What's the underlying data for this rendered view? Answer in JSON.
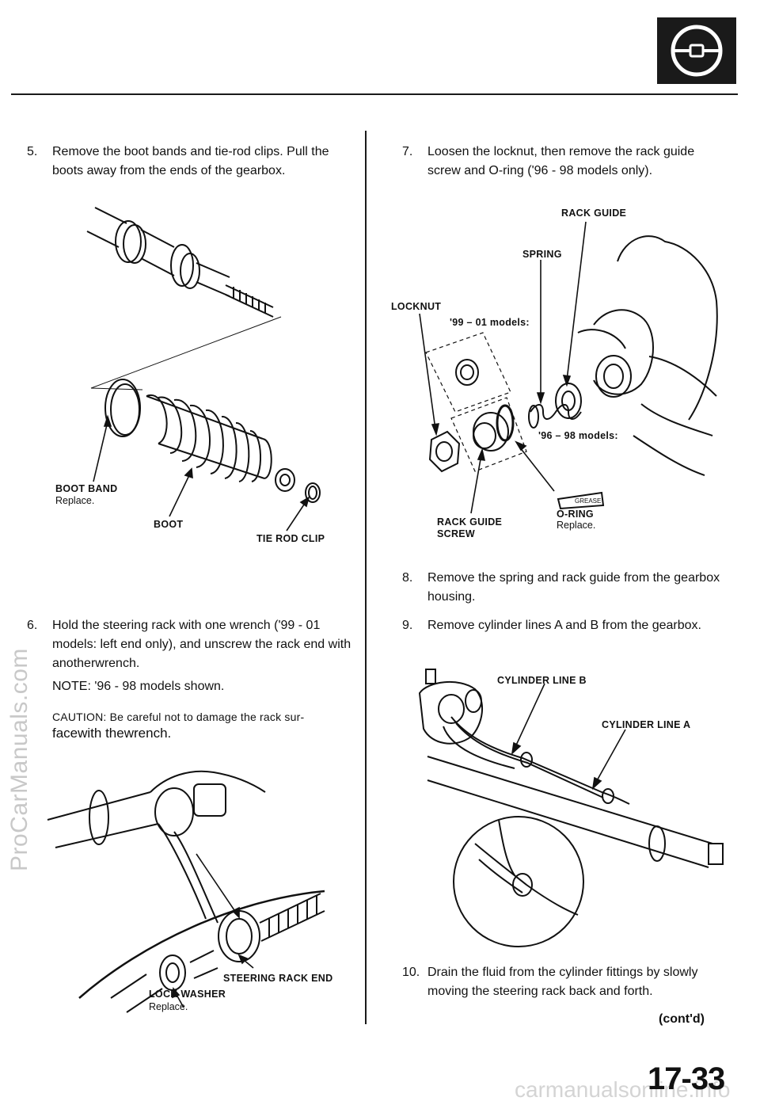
{
  "watermark_side": "ProCarManuals.com",
  "watermark_bottom": "carmanualsonline.info",
  "steps": {
    "s5": {
      "num": "5.",
      "text": "Remove the boot bands and tie-rod clips. Pull the boots away from the ends of the gearbox."
    },
    "s6": {
      "num": "6.",
      "text": "Hold the steering rack with one wrench ('99 - 01 models: left end only), and unscrew the rack end with anotherwrench."
    },
    "s6_note": "NOTE: '96 - 98 models shown.",
    "s6_caution_a": "CAUTION: Be careful not to damage the rack sur-",
    "s6_caution_b": "facewith thewrench.",
    "s7": {
      "num": "7.",
      "text": "Loosen the locknut, then remove the rack guide screw and O-ring ('96 - 98 models only)."
    },
    "s8": {
      "num": "8.",
      "text": "Remove the spring and rack guide from the gearbox housing."
    },
    "s9": {
      "num": "9.",
      "text": "Remove cylinder lines A and B from the gearbox."
    },
    "s10": {
      "num": "10.",
      "text": "Drain the fluid from the cylinder fittings by slowly moving the steering rack back and forth."
    }
  },
  "fig1": {
    "boot_band": "BOOT BAND",
    "boot_band_sub": "Replace.",
    "boot": "BOOT",
    "tie_rod_clip": "TIE ROD CLIP"
  },
  "fig2": {
    "rack_guide": "RACK GUIDE",
    "spring": "SPRING",
    "locknut": "LOCKNUT",
    "models_99_01": "'99 – 01 models:",
    "models_96_98": "'96 – 98 models:",
    "grease": "GREASE",
    "rack_guide_screw_1": "RACK GUIDE",
    "rack_guide_screw_2": "SCREW",
    "o_ring": "O-RING",
    "o_ring_sub": "Replace."
  },
  "fig3": {
    "steering_rack_end": "STEERING RACK END",
    "lock_washer": "LOCK WASHER",
    "lock_washer_sub": "Replace."
  },
  "fig4": {
    "cylinder_line_b": "CYLINDER LINE B",
    "cylinder_line_a": "CYLINDER LINE A"
  },
  "footer": {
    "contd": "(cont'd)",
    "page_number": "17-33"
  }
}
